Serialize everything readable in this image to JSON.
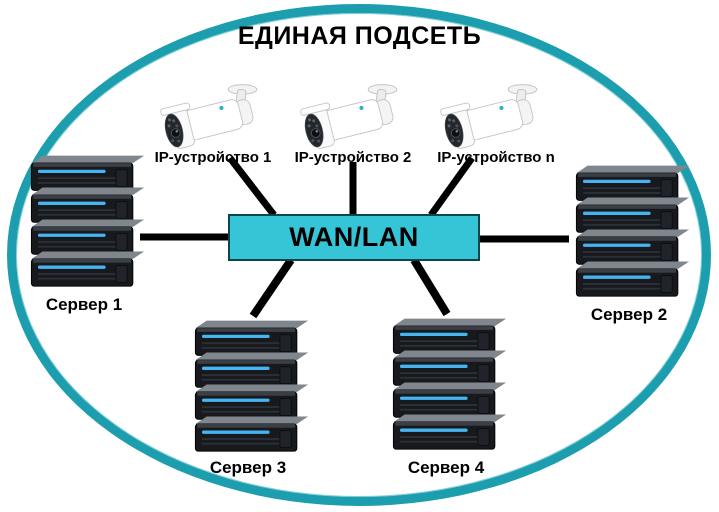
{
  "title": "ЕДИНАЯ ПОДСЕТЬ",
  "hub": {
    "label": "WAN/LAN"
  },
  "cameras": [
    {
      "label": "IP-устройство 1"
    },
    {
      "label": "IP-устройство 2"
    },
    {
      "label": "IP-устройство n"
    }
  ],
  "servers": [
    {
      "label": "Сервер 1"
    },
    {
      "label": "Сервер 2"
    },
    {
      "label": "Сервер 3"
    },
    {
      "label": "Сервер 4"
    }
  ],
  "colors": {
    "boundary_teal": "#1d9eae",
    "hub_fill": "#35c5d6",
    "hub_border": "#0a464e",
    "connector": "#000000",
    "server_accent": "#45b5f2",
    "text": "#000000"
  }
}
